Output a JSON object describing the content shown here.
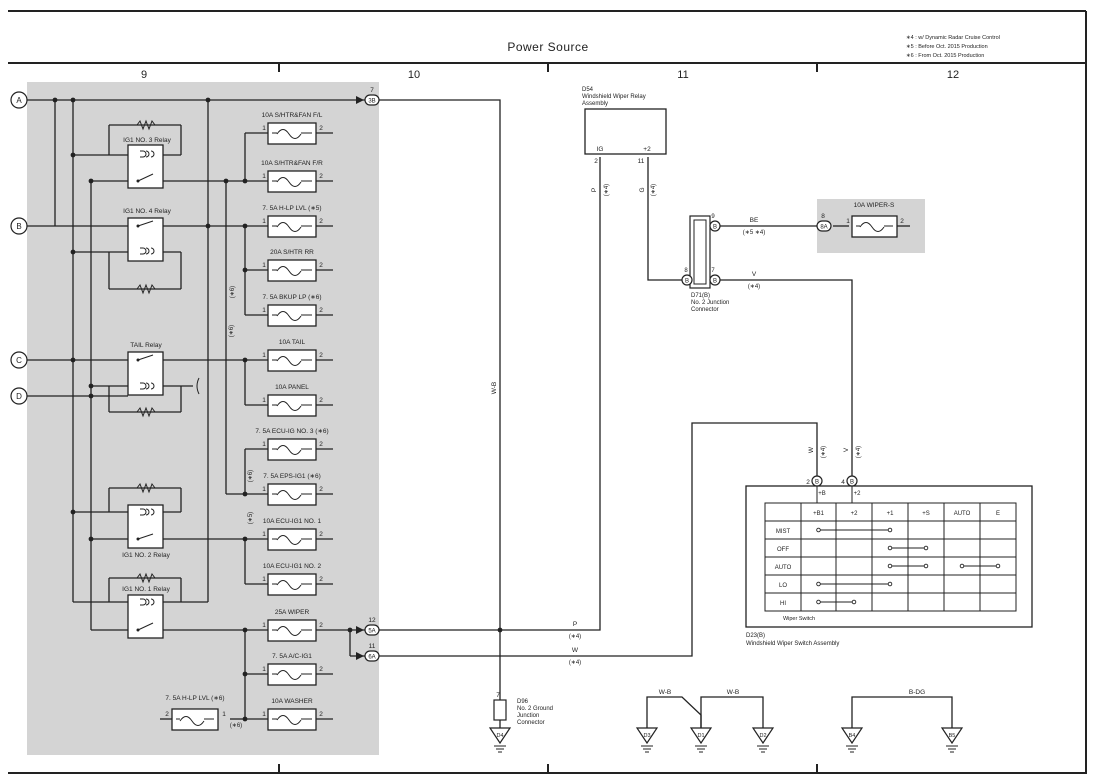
{
  "header": {
    "title": "Power Source",
    "notes": [
      "∗4 : w/ Dynamic Radar Cruise Control",
      "∗5 : Before Oct. 2015 Production",
      "∗6 : From Oct. 2015 Production"
    ],
    "columns": [
      "9",
      "10",
      "11",
      "12"
    ]
  },
  "off_page": [
    "A",
    "B",
    "C",
    "D"
  ],
  "relays": {
    "ig1_no3": "IG1 NO. 3 Relay",
    "ig1_no4": "IG1 NO. 4 Relay",
    "tail": "TAIL Relay",
    "ig1_no2": "IG1 NO. 2 Relay",
    "ig1_no1": "IG1 NO. 1 Relay"
  },
  "fuses": [
    {
      "label": "10A S/HTR&FAN F/L",
      "pin_in": "1",
      "pin_out": "2"
    },
    {
      "label": "10A S/HTR&FAN F/R",
      "pin_in": "1",
      "pin_out": "2"
    },
    {
      "label": "7. 5A H-LP LVL (∗5)",
      "pin_in": "1",
      "pin_out": "2"
    },
    {
      "label": "20A S/HTR RR",
      "pin_in": "1",
      "pin_out": "2"
    },
    {
      "label": "7. 5A BKUP LP (∗6)",
      "pin_in": "1",
      "pin_out": "2"
    },
    {
      "label": "10A TAIL",
      "pin_in": "1",
      "pin_out": "2"
    },
    {
      "label": "10A PANEL",
      "pin_in": "1",
      "pin_out": "2"
    },
    {
      "label": "7. 5A ECU-IG NO. 3 (∗6)",
      "pin_in": "1",
      "pin_out": "2"
    },
    {
      "label": "7. 5A EPS-IG1 (∗6)",
      "pin_in": "1",
      "pin_out": "2"
    },
    {
      "label": "10A ECU-IG1 NO. 1",
      "pin_in": "1",
      "pin_out": "2"
    },
    {
      "label": "10A ECU-IG1 NO. 2",
      "pin_in": "1",
      "pin_out": "2"
    },
    {
      "label": "25A WIPER",
      "pin_in": "1",
      "pin_out": "2"
    },
    {
      "label": "7. 5A A/C-IG1",
      "pin_in": "1",
      "pin_out": "2"
    },
    {
      "label": "10A WASHER",
      "pin_in": "1",
      "pin_out": "2"
    }
  ],
  "hlp_lvl_fuse": {
    "label": "7. 5A H-LP LVL (∗6)",
    "pin_in": "2",
    "pin_out": "1",
    "note": "(∗6)"
  },
  "branch_notes": {
    "n1": "(∗6)",
    "n2": "(∗6)",
    "n3": "(∗6)",
    "n4": "(∗5)"
  },
  "connectors": {
    "c3b": {
      "code": "3B",
      "pin": "7"
    },
    "c5a": {
      "code": "5A",
      "pin": "12"
    },
    "c6a": {
      "code": "6A",
      "pin": "11"
    }
  },
  "wires": {
    "wb": "W-B",
    "p": "P",
    "p_note": "(∗4)",
    "g": "G",
    "g_note": "(∗4)",
    "be": "BE",
    "be_note": "(∗5 ∗4)",
    "v": "V",
    "v_note": "(∗4)",
    "w_right": "W",
    "w_right_note": "(∗4)",
    "v_right": "V",
    "v_right_note": "(∗4)",
    "p_bottom": "P",
    "p_bottom_note": "(∗4)",
    "w_bottom": "W",
    "w_bottom_note": "(∗4)"
  },
  "d54": {
    "code": "D54",
    "name1": "Windshield Wiper Relay",
    "name2": "Assembly",
    "term_ig": "IG",
    "term_2": "+2",
    "pin_ig": "2",
    "pin_2": "11"
  },
  "d71": {
    "code": "D71(B)",
    "name1": "No. 2 Junction",
    "name2": "Connector",
    "pin9": "9",
    "pin8": "8",
    "pin7": "7",
    "letter": "B"
  },
  "wiper_s": {
    "label": "10A WIPER-S",
    "conn": "8A",
    "conn_pin": "8",
    "pin_in": "1",
    "pin_out": "2"
  },
  "d23": {
    "code": "D23(B)",
    "name": "Windshield Wiper Switch Assembly",
    "caption": "Wiper Switch",
    "pin2": "2",
    "pin4": "4",
    "letter": "B",
    "term_b": "+B",
    "term_2": "+2",
    "headers": [
      "+B1",
      "+2",
      "+1",
      "+S",
      "AUTO",
      "E"
    ],
    "rows": [
      "MIST",
      "OFF",
      "AUTO",
      "LO",
      "HI"
    ]
  },
  "d96": {
    "code": "D96",
    "name1": "No. 2 Ground",
    "name2": "Junction",
    "name3": "Connector",
    "pin": "7",
    "ground": "D4"
  },
  "grounds": {
    "w_b1": "W-B",
    "w_b2": "W-B",
    "b_dg": "B-DG",
    "g1": "D3",
    "g2": "D1",
    "g3": "D2",
    "g4": "B4",
    "g5": "B5"
  }
}
